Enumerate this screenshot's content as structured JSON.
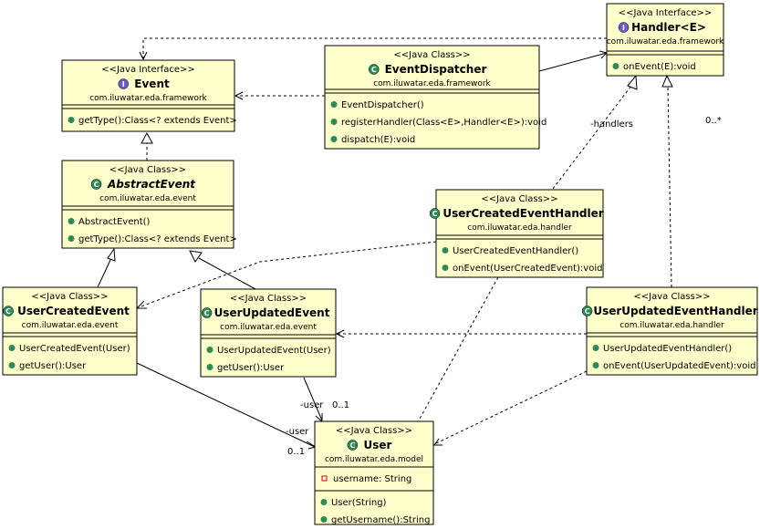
{
  "classes": {
    "handler": {
      "stereotype": "<<Java Interface>>",
      "name": "Handler<E>",
      "package": "com.iluwatar.eda.framework",
      "icon": "interface-icon",
      "icon_letter": "I",
      "fields": [],
      "methods": [
        "onEvent(E):void"
      ]
    },
    "event": {
      "stereotype": "<<Java Interface>>",
      "name": "Event",
      "package": "com.iluwatar.eda.framework",
      "icon": "interface-icon",
      "icon_letter": "I",
      "fields": [],
      "methods": [
        "getType():Class<? extends Event>"
      ]
    },
    "event_dispatcher": {
      "stereotype": "<<Java Class>>",
      "name": "EventDispatcher",
      "package": "com.iluwatar.eda.framework",
      "icon": "class-icon",
      "icon_letter": "C",
      "fields": [],
      "methods": [
        "EventDispatcher()",
        "registerHandler(Class<E>,Handler<E>):void",
        "dispatch(E):void"
      ]
    },
    "abstract_event": {
      "stereotype": "<<Java Class>>",
      "name": "AbstractEvent",
      "package": "com.iluwatar.eda.event",
      "icon": "abstract-class-icon",
      "icon_letter": "C",
      "fields": [],
      "methods": [
        "AbstractEvent()",
        "getType():Class<? extends Event>"
      ]
    },
    "user_created_event_handler": {
      "stereotype": "<<Java Class>>",
      "name": "UserCreatedEventHandler",
      "package": "com.iluwatar.eda.handler",
      "icon": "class-icon",
      "icon_letter": "C",
      "fields": [],
      "methods": [
        "UserCreatedEventHandler()",
        "onEvent(UserCreatedEvent):void"
      ]
    },
    "user_created_event": {
      "stereotype": "<<Java Class>>",
      "name": "UserCreatedEvent",
      "package": "com.iluwatar.eda.event",
      "icon": "class-icon",
      "icon_letter": "C",
      "fields": [],
      "methods": [
        "UserCreatedEvent(User)",
        "getUser():User"
      ]
    },
    "user_updated_event": {
      "stereotype": "<<Java Class>>",
      "name": "UserUpdatedEvent",
      "package": "com.iluwatar.eda.event",
      "icon": "class-icon",
      "icon_letter": "C",
      "fields": [],
      "methods": [
        "UserUpdatedEvent(User)",
        "getUser():User"
      ]
    },
    "user_updated_event_handler": {
      "stereotype": "<<Java Class>>",
      "name": "UserUpdatedEventHandler",
      "package": "com.iluwatar.eda.handler",
      "icon": "class-icon",
      "icon_letter": "C",
      "fields": [],
      "methods": [
        "UserUpdatedEventHandler()",
        "onEvent(UserUpdatedEvent):void"
      ]
    },
    "user": {
      "stereotype": "<<Java Class>>",
      "name": "User",
      "package": "com.iluwatar.eda.model",
      "icon": "class-icon",
      "icon_letter": "C",
      "fields": [
        "username: String"
      ],
      "methods": [
        "User(String)",
        "getUsername():String"
      ]
    }
  },
  "edge_labels": {
    "handlers_role": "-handlers",
    "handlers_mult": "0..*",
    "updated_user_role": "-user",
    "updated_user_mult": "0..1",
    "created_user_role": "-user",
    "created_user_mult": "0..1"
  },
  "colors": {
    "box_fill": "#ffffcc",
    "class_icon": "#2e8b57",
    "interface_icon": "#6a5acd",
    "method_public": "#2e8b57",
    "field_private": "#cc0000"
  }
}
